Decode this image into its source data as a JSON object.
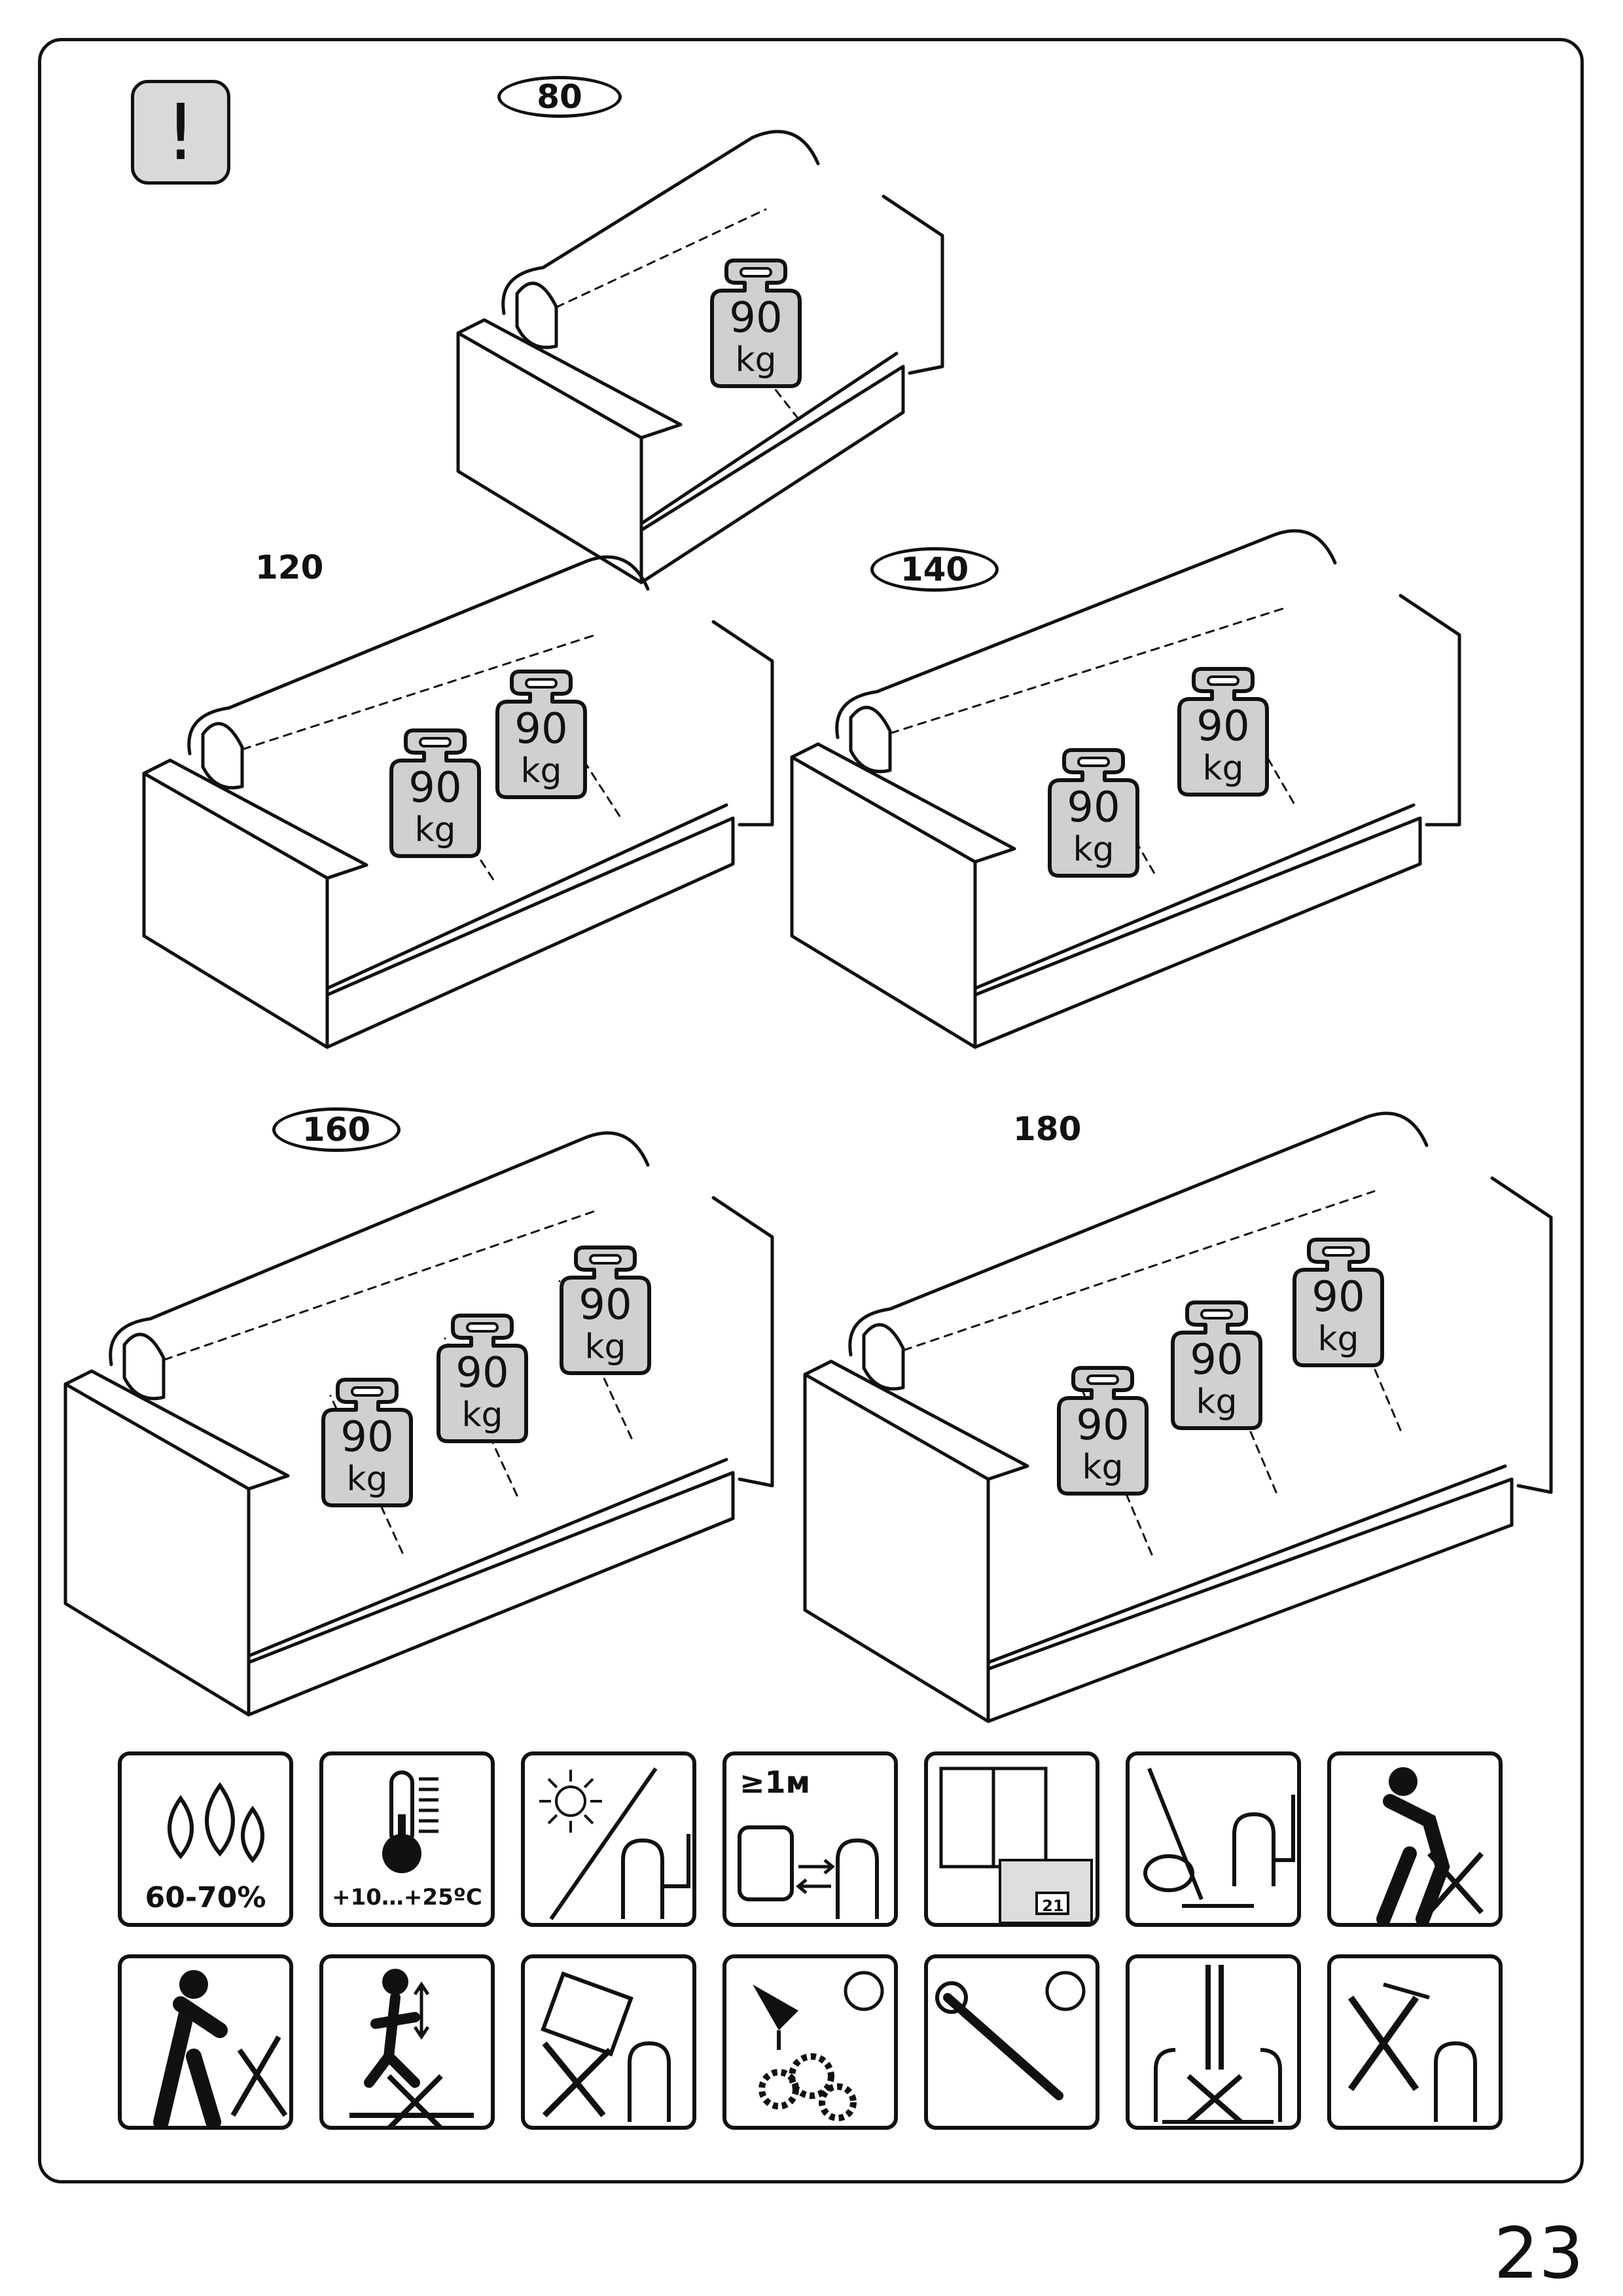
{
  "warning": {
    "symbol": "!",
    "icon": "exclamation-icon"
  },
  "sofas": [
    {
      "size": "80",
      "oval": true,
      "weights": [
        {
          "value": "90",
          "unit": "kg"
        }
      ]
    },
    {
      "size": "120",
      "oval": false,
      "weights": [
        {
          "value": "90",
          "unit": "kg"
        },
        {
          "value": "90",
          "unit": "kg"
        }
      ]
    },
    {
      "size": "140",
      "oval": true,
      "weights": [
        {
          "value": "90",
          "unit": "kg"
        },
        {
          "value": "90",
          "unit": "kg"
        }
      ]
    },
    {
      "size": "160",
      "oval": true,
      "weights": [
        {
          "value": "90",
          "unit": "kg"
        },
        {
          "value": "90",
          "unit": "kg"
        },
        {
          "value": "90",
          "unit": "kg"
        }
      ]
    },
    {
      "size": "180",
      "oval": false,
      "weights": [
        {
          "value": "90",
          "unit": "kg"
        },
        {
          "value": "90",
          "unit": "kg"
        },
        {
          "value": "90",
          "unit": "kg"
        }
      ]
    }
  ],
  "care_icons": [
    {
      "icon": "humidity-drops-icon",
      "label": "60-70%"
    },
    {
      "icon": "thermometer-icon",
      "label": "+10…+25ºC"
    },
    {
      "icon": "no-direct-sunlight-icon"
    },
    {
      "icon": "keep-1m-from-heater-icon",
      "label": "≥1м"
    },
    {
      "icon": "ventilate-room-calendar-icon",
      "calendar_day": "21"
    },
    {
      "icon": "vacuum-clean-icon"
    },
    {
      "icon": "do-not-lean-on-armrest-icon"
    },
    {
      "icon": "do-not-push-armchair-icon"
    },
    {
      "icon": "do-not-jump-on-sofa-icon"
    },
    {
      "icon": "no-liquid-spill-icon"
    },
    {
      "icon": "lubricate-mechanism-periodically-icon"
    },
    {
      "icon": "tighten-bolts-periodically-icon"
    },
    {
      "icon": "no-standing-load-icon"
    },
    {
      "icon": "no-chemical-cleaners-icon"
    }
  ],
  "page_number": "23"
}
